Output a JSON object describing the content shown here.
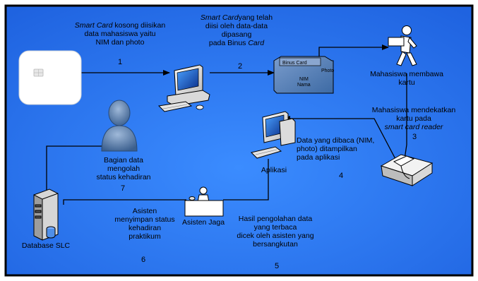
{
  "labels": {
    "step1_text": [
      "Smart Card",
      " kosong diisikan",
      "data mahasiswa yaitu",
      "NIM dan photo"
    ],
    "step2_text": [
      "Smart Card",
      "yang telah",
      "diisi oleh data-data",
      "dipasang",
      "pada Binus ",
      "Card"
    ],
    "student_text": [
      "Mahasiswa membawa",
      "kartu"
    ],
    "step3_text": [
      "Mahasiswa mendekatkan",
      "kartu pada",
      "smart card reader"
    ],
    "app_display_text": [
      "Data yang dibaca (NIM,",
      "photo) ditampilkan",
      "pada aplikasi"
    ],
    "app_label": "Aplikasi",
    "data_dept_text": [
      "Bagian data",
      "mengolah",
      "status kehadiran"
    ],
    "assistant_store_text": [
      "Asisten",
      "menyimpan status",
      "kehadiran",
      "praktikum"
    ],
    "assistant_label": "Asisten Jaga",
    "processing_text": [
      "Hasil pengolahan data",
      "yang terbaca",
      "dicek oleh asisten yang",
      "bersangkutan"
    ],
    "database_label": "Database SLC"
  },
  "card": {
    "title": "Binus Card",
    "photo": "Photo",
    "nim": "NIM",
    "nama": "Nama"
  },
  "steps": {
    "s1": "1",
    "s2": "2",
    "s3": "3",
    "s4": "4",
    "s5": "5",
    "s6": "6",
    "s7": "7"
  },
  "colors": {
    "background": "#2878F0",
    "frame": "#000000",
    "connector": "#000000",
    "card": "#5A82B4"
  },
  "icons": [
    "smart-card-icon",
    "computer-icon",
    "walking-person-icon",
    "card-reader-icon",
    "person-icon",
    "assistant-desk-icon",
    "database-server-icon"
  ]
}
